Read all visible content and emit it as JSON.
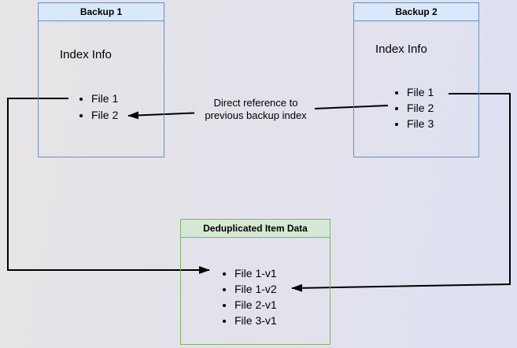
{
  "colors": {
    "canvas_left": "#e7e4e6",
    "canvas_right": "#dee1f2",
    "blue_fill": "#dae8fc",
    "blue_border": "#6c8ebf",
    "green_fill": "#d5e8d4",
    "green_border": "#82b366",
    "arrow": "#000000",
    "text": "#000000"
  },
  "boxes": {
    "backup1": {
      "title": "Backup 1",
      "subtitle": "Index Info",
      "items": [
        "File 1",
        "File 2"
      ]
    },
    "backup2": {
      "title": "Backup 2",
      "subtitle": "Index Info",
      "items": [
        "File 1",
        "File 2",
        "File 3"
      ]
    },
    "dedup": {
      "title": "Deduplicated Item Data",
      "items": [
        "File 1-v1",
        "File 1-v2",
        "File 2-v1",
        "File 3-v1"
      ]
    }
  },
  "edge_label": {
    "line1": "Direct reference to",
    "line2": "previous backup index"
  }
}
